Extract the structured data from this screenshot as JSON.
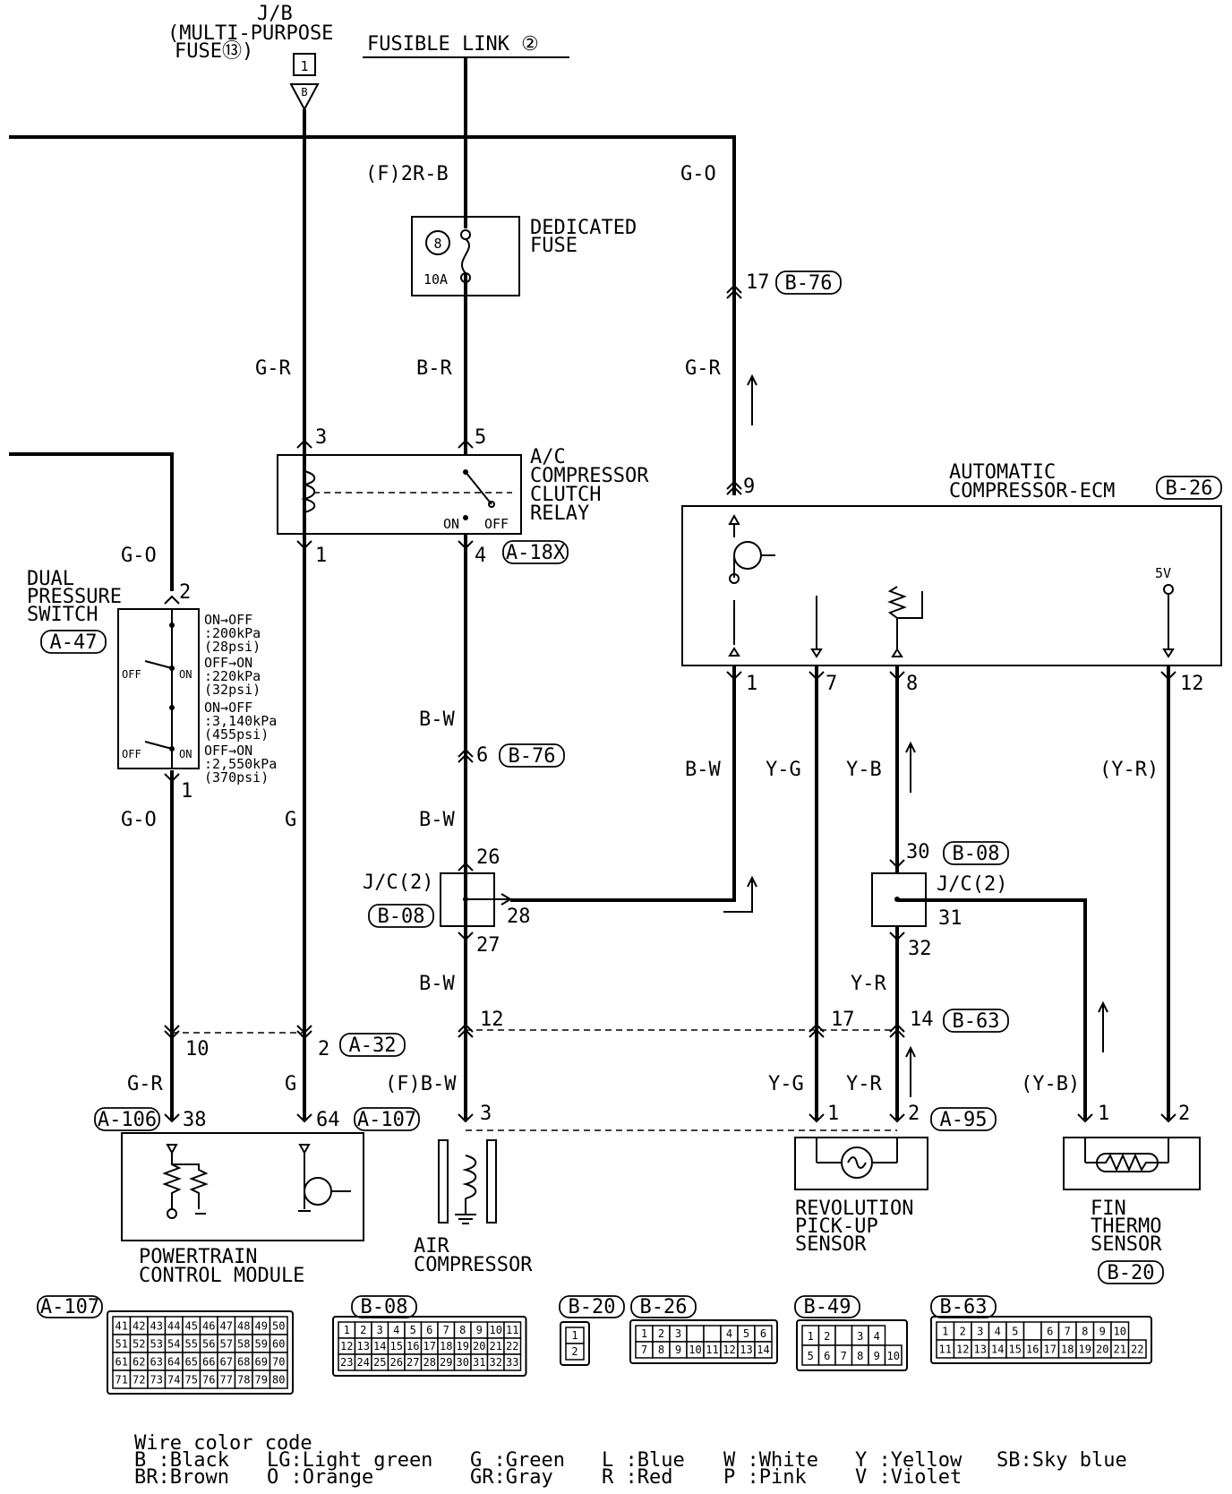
{
  "top": {
    "jb_title": "J/B",
    "jb_line2": "(MULTI-PURPOSE",
    "jb_line3": "FUSE⑬)",
    "jb_box": "1",
    "jb_tri": "B",
    "fusible_link": "FUSIBLE LINK ②"
  },
  "fuse": {
    "label1": "DEDICATED",
    "label2": "FUSE",
    "number": "8",
    "rating": "10A",
    "feed_wire": "(F)2R-B"
  },
  "relay": {
    "label1": "A/C",
    "label2": "COMPRESSOR",
    "label3": "CLUTCH",
    "label4": "RELAY",
    "on": "ON",
    "off": "OFF",
    "pin3": "3",
    "pin5": "5",
    "pin1": "1",
    "pin4": "4",
    "connector": "A-18X"
  },
  "ecm": {
    "label1": "AUTOMATIC",
    "label2": "COMPRESSOR-ECM",
    "connector": "B-26",
    "v5": "5V",
    "pin9": "9",
    "pin1": "1",
    "pin7": "7",
    "pin8": "8",
    "pin12": "12"
  },
  "dps": {
    "label1": "DUAL",
    "label2": "PRESSURE",
    "label3": "SWITCH",
    "connector": "A-47",
    "pin2": "2",
    "pin1": "1",
    "off_a": "OFF",
    "on_a": "ON",
    "off_b": "OFF",
    "on_b": "ON",
    "spec1": "ON→OFF",
    "spec2": ":200kPa",
    "spec3": "(28psi)",
    "spec4": "OFF→ON",
    "spec5": ":220kPa",
    "spec6": "(32psi)",
    "spec7": "ON→OFF",
    "spec8": ":3,140kPa",
    "spec9": "(455psi)",
    "spec10": "OFF→ON",
    "spec11": ":2,550kPa",
    "spec12": "(370psi)"
  },
  "wires": {
    "go_top": "G-O",
    "gr_relay": "G-R",
    "br_fuse": "B-R",
    "gr_ecm": "G-R",
    "go_dps": "G-O",
    "bw_upper": "B-W",
    "bw_mid": "B-W",
    "bw_ecm": "B-W",
    "yg_ecm": "Y-G",
    "yb_ecm": "Y-B",
    "yr_paren": "(Y-R)",
    "go_low": "G-O",
    "g_low": "G",
    "bw_low": "B-W",
    "yr_low": "Y-R",
    "gr_pcm": "G-R",
    "g_pcm": "G",
    "fbw": "(F)B-W",
    "yg_rps": "Y-G",
    "yr_rps": "Y-R",
    "yb_fin": "(Y-B)"
  },
  "pins": {
    "p17": "17",
    "c_b76_a": "B-76",
    "p6": "6",
    "c_b76_b": "B-76",
    "p26": "26",
    "p28": "28",
    "p27": "27",
    "p30": "30",
    "c_b08_r": "B-08",
    "p31": "31",
    "p32": "32",
    "p12": "12",
    "p17b": "17",
    "p14": "14",
    "c_b63": "B-63",
    "p10": "10",
    "p2": "2",
    "c_a32": "A-32",
    "p38": "38",
    "p64": "64",
    "c_a106": "A-106",
    "c_a107": "A-107",
    "p3": "3",
    "p1r": "1",
    "p2r": "2",
    "c_a95": "A-95",
    "p1f": "1",
    "p2f": "2"
  },
  "jc": {
    "left_label": "J/C(2)",
    "left_conn": "B-08",
    "right_label": "J/C(2)"
  },
  "components": {
    "pcm1": "POWERTRAIN",
    "pcm2": "CONTROL MODULE",
    "air1": "AIR",
    "air2": "COMPRESSOR",
    "rps1": "REVOLUTION",
    "rps2": "PICK-UP",
    "rps3": "SENSOR",
    "fin1": "FIN",
    "fin2": "THERMO",
    "fin3": "SENSOR",
    "fin_conn": "B-20"
  },
  "connectors": {
    "a107": {
      "name": "A-107",
      "rows": [
        [
          "41",
          "42",
          "43",
          "44",
          "45",
          "46",
          "47",
          "48",
          "49",
          "50"
        ],
        [
          "51",
          "52",
          "53",
          "54",
          "55",
          "56",
          "57",
          "58",
          "59",
          "60"
        ],
        [
          "61",
          "62",
          "63",
          "64",
          "65",
          "66",
          "67",
          "68",
          "69",
          "70"
        ],
        [
          "71",
          "72",
          "73",
          "74",
          "75",
          "76",
          "77",
          "78",
          "79",
          "80"
        ]
      ]
    },
    "b08": {
      "name": "B-08",
      "rows": [
        [
          "1",
          "2",
          "3",
          "4",
          "5",
          "6",
          "7",
          "8",
          "9",
          "10",
          "11"
        ],
        [
          "12",
          "13",
          "14",
          "15",
          "16",
          "17",
          "18",
          "19",
          "20",
          "21",
          "22"
        ],
        [
          "23",
          "24",
          "25",
          "26",
          "27",
          "28",
          "29",
          "30",
          "31",
          "32",
          "33"
        ]
      ]
    },
    "b20": {
      "name": "B-20",
      "rows": [
        [
          "1"
        ],
        [
          "2"
        ]
      ]
    },
    "b26": {
      "name": "B-26",
      "rows": [
        [
          "1",
          "2",
          "3",
          "",
          "",
          "4",
          "5",
          "6"
        ],
        [
          "7",
          "8",
          "9",
          "10",
          "11",
          "12",
          "13",
          "14"
        ]
      ]
    },
    "b49": {
      "name": "B-49",
      "rows": [
        [
          "1",
          "2",
          "",
          "3",
          "4"
        ],
        [
          "5",
          "6",
          "7",
          "8",
          "9",
          "10"
        ]
      ]
    },
    "b63": {
      "name": "B-63",
      "rows": [
        [
          "1",
          "2",
          "3",
          "4",
          "5",
          "",
          "6",
          "7",
          "8",
          "9",
          "10"
        ],
        [
          "11",
          "12",
          "13",
          "14",
          "15",
          "16",
          "17",
          "18",
          "19",
          "20",
          "21",
          "22"
        ]
      ]
    }
  },
  "legend": {
    "title": "Wire color code",
    "col1a": "B :Black",
    "col1b": "BR:Brown",
    "col2a": "LG:Light green",
    "col2b": "O :Orange",
    "col3a": "G :Green",
    "col3b": "GR:Gray",
    "col4a": "L :Blue",
    "col4b": "R :Red",
    "col5a": "W :White",
    "col5b": "P :Pink",
    "col6a": "Y :Yellow",
    "col6b": "V :Violet",
    "col7a": "SB:Sky blue"
  }
}
